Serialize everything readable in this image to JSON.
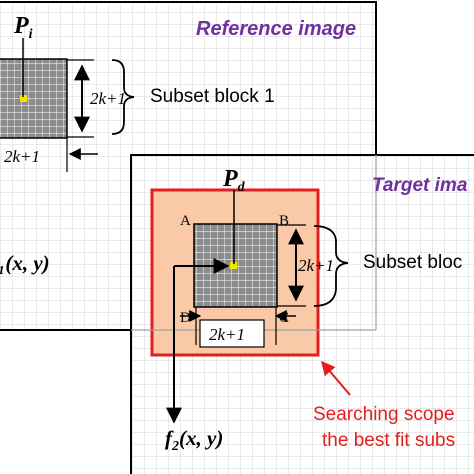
{
  "reference": {
    "title": "Reference image",
    "point_label": "P",
    "point_sub": "i",
    "subset_label": "Subset block 1",
    "vertical_size": "2k+1",
    "horizontal_size": "2k+1",
    "func_visible": "₁(x, y)"
  },
  "target": {
    "title": "Target ima",
    "point_label": "P",
    "point_sub": "d",
    "subset_label": "Subset bloc",
    "vertical_size": "2k+1",
    "horizontal_size": "2k+1",
    "corner_a": "A",
    "corner_b": "B",
    "corner_c": "C",
    "corner_d": "D",
    "func_name": "f",
    "func_sub": "2",
    "func_args": "(x, y)",
    "search_line1": "Searching scope",
    "search_line2": "the best fit subs"
  },
  "colors": {
    "title_purple": "#7030a0",
    "search_red": "#e41e1e",
    "search_fill": "#f9c9a8",
    "center_yellow": "#f2e600",
    "block_gray": "#8c8c8c",
    "grid_line": "#c8c8c8"
  }
}
